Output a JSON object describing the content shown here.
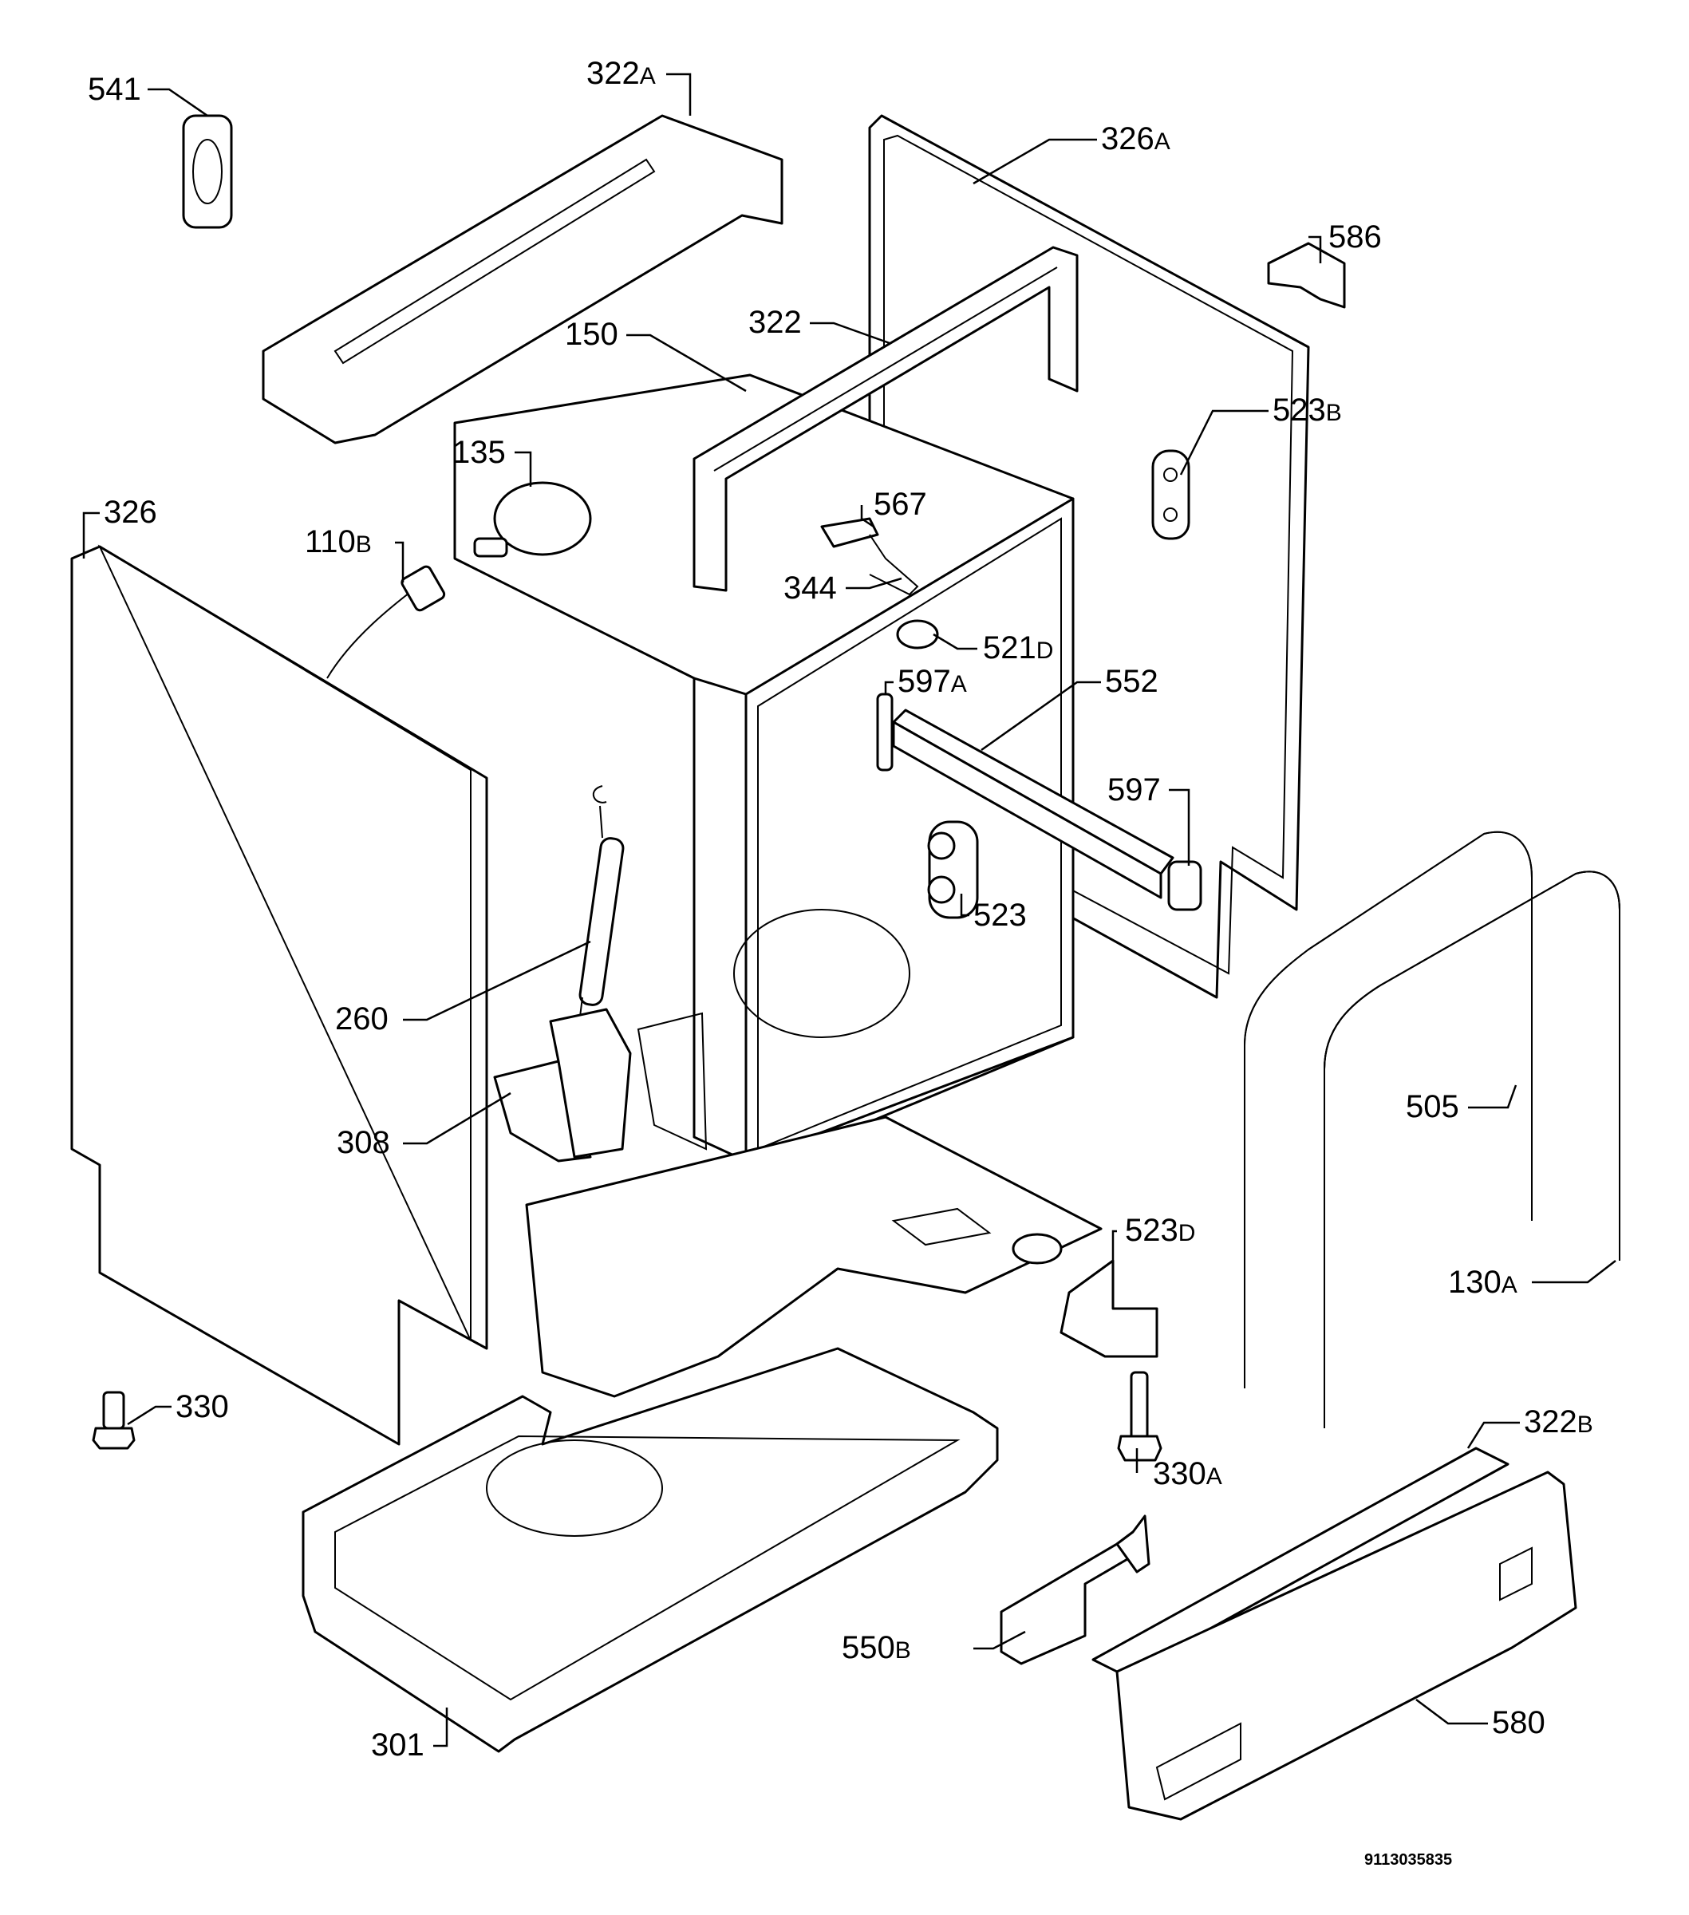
{
  "diagram": {
    "document_number": "9113035835",
    "callouts": [
      {
        "id": "541",
        "num": "541",
        "sfx": ""
      },
      {
        "id": "322A",
        "num": "322",
        "sfx": "A"
      },
      {
        "id": "326A",
        "num": "326",
        "sfx": "A"
      },
      {
        "id": "586",
        "num": "586",
        "sfx": ""
      },
      {
        "id": "150",
        "num": "150",
        "sfx": ""
      },
      {
        "id": "322",
        "num": "322",
        "sfx": ""
      },
      {
        "id": "523B",
        "num": "523",
        "sfx": "B"
      },
      {
        "id": "135",
        "num": "135",
        "sfx": ""
      },
      {
        "id": "326",
        "num": "326",
        "sfx": ""
      },
      {
        "id": "567",
        "num": "567",
        "sfx": ""
      },
      {
        "id": "110B",
        "num": "110",
        "sfx": "B"
      },
      {
        "id": "344",
        "num": "344",
        "sfx": ""
      },
      {
        "id": "521D",
        "num": "521",
        "sfx": "D"
      },
      {
        "id": "597A",
        "num": "597",
        "sfx": "A"
      },
      {
        "id": "552",
        "num": "552",
        "sfx": ""
      },
      {
        "id": "597",
        "num": "597",
        "sfx": ""
      },
      {
        "id": "523",
        "num": "523",
        "sfx": ""
      },
      {
        "id": "260",
        "num": "260",
        "sfx": ""
      },
      {
        "id": "505",
        "num": "505",
        "sfx": ""
      },
      {
        "id": "308",
        "num": "308",
        "sfx": ""
      },
      {
        "id": "523D",
        "num": "523",
        "sfx": "D"
      },
      {
        "id": "130A",
        "num": "130",
        "sfx": "A"
      },
      {
        "id": "330",
        "num": "330",
        "sfx": ""
      },
      {
        "id": "322B",
        "num": "322",
        "sfx": "B"
      },
      {
        "id": "330A",
        "num": "330",
        "sfx": "A"
      },
      {
        "id": "550B",
        "num": "550",
        "sfx": "B"
      },
      {
        "id": "580",
        "num": "580",
        "sfx": ""
      },
      {
        "id": "301",
        "num": "301",
        "sfx": ""
      }
    ]
  }
}
